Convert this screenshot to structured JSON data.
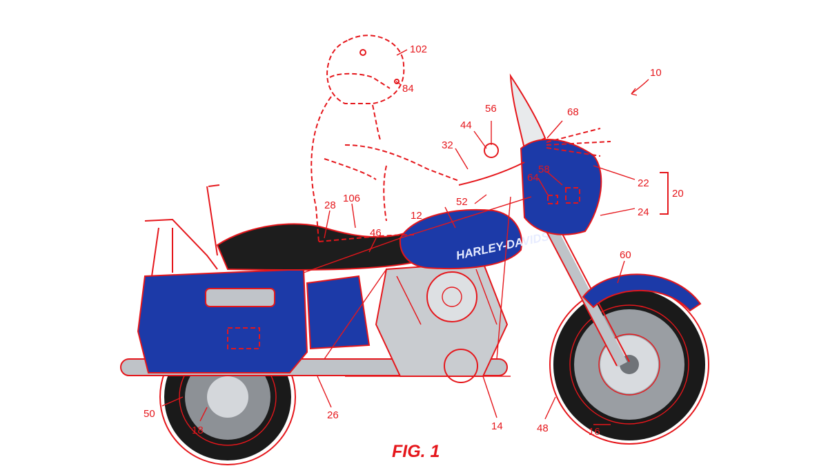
{
  "figure": {
    "caption": "FIG. 1",
    "brand_text": "HARLEY-DAVIDSON"
  },
  "colors": {
    "line": "#e5161b",
    "body_paint": "#1c3aa8",
    "tire": "#1a1a1a",
    "chrome": "#bfc3c8",
    "background": "#ffffff"
  },
  "labels": {
    "r10": "10",
    "r12": "12",
    "r14": "14",
    "r16": "16",
    "r18": "18",
    "r20": "20",
    "r22": "22",
    "r24": "24",
    "r26": "26",
    "r28": "28",
    "r32": "32",
    "r44": "44",
    "r46": "46",
    "r48": "48",
    "r50": "50",
    "r52": "52",
    "r56": "56",
    "r58": "58",
    "r60": "60",
    "r64": "64",
    "r68": "68",
    "r84": "84",
    "r102": "102",
    "r106": "106"
  }
}
